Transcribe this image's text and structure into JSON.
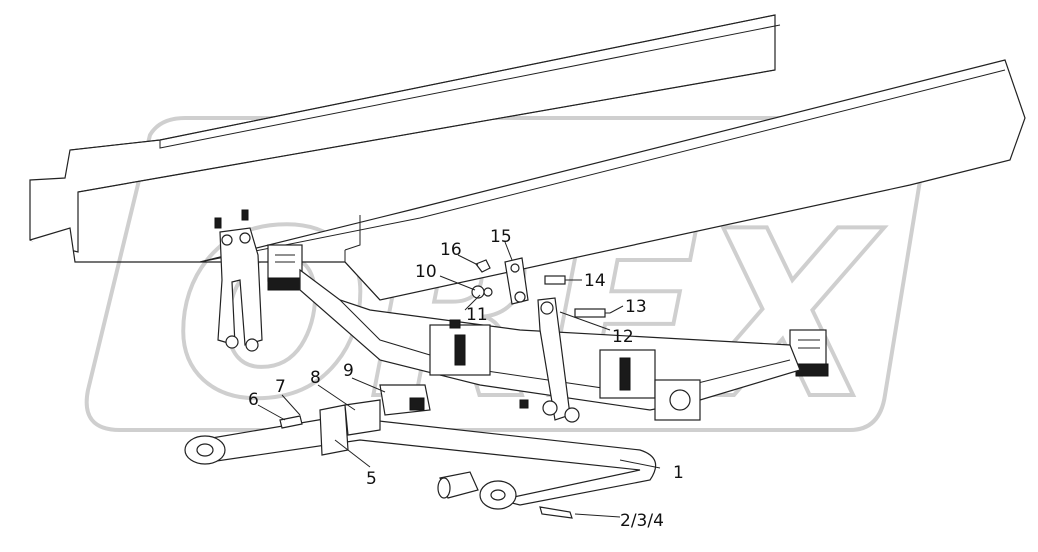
{
  "watermark": {
    "text": "OREX"
  },
  "callouts": [
    {
      "id": "1",
      "text": "1"
    },
    {
      "id": "2-3-4",
      "text": "2/3/4"
    },
    {
      "id": "5",
      "text": "5"
    },
    {
      "id": "6",
      "text": "6"
    },
    {
      "id": "7",
      "text": "7"
    },
    {
      "id": "8",
      "text": "8"
    },
    {
      "id": "9",
      "text": "9"
    },
    {
      "id": "10",
      "text": "10"
    },
    {
      "id": "11",
      "text": "11"
    },
    {
      "id": "12",
      "text": "12"
    },
    {
      "id": "13",
      "text": "13"
    },
    {
      "id": "14",
      "text": "14"
    },
    {
      "id": "15",
      "text": "15"
    },
    {
      "id": "16",
      "text": "16"
    }
  ]
}
